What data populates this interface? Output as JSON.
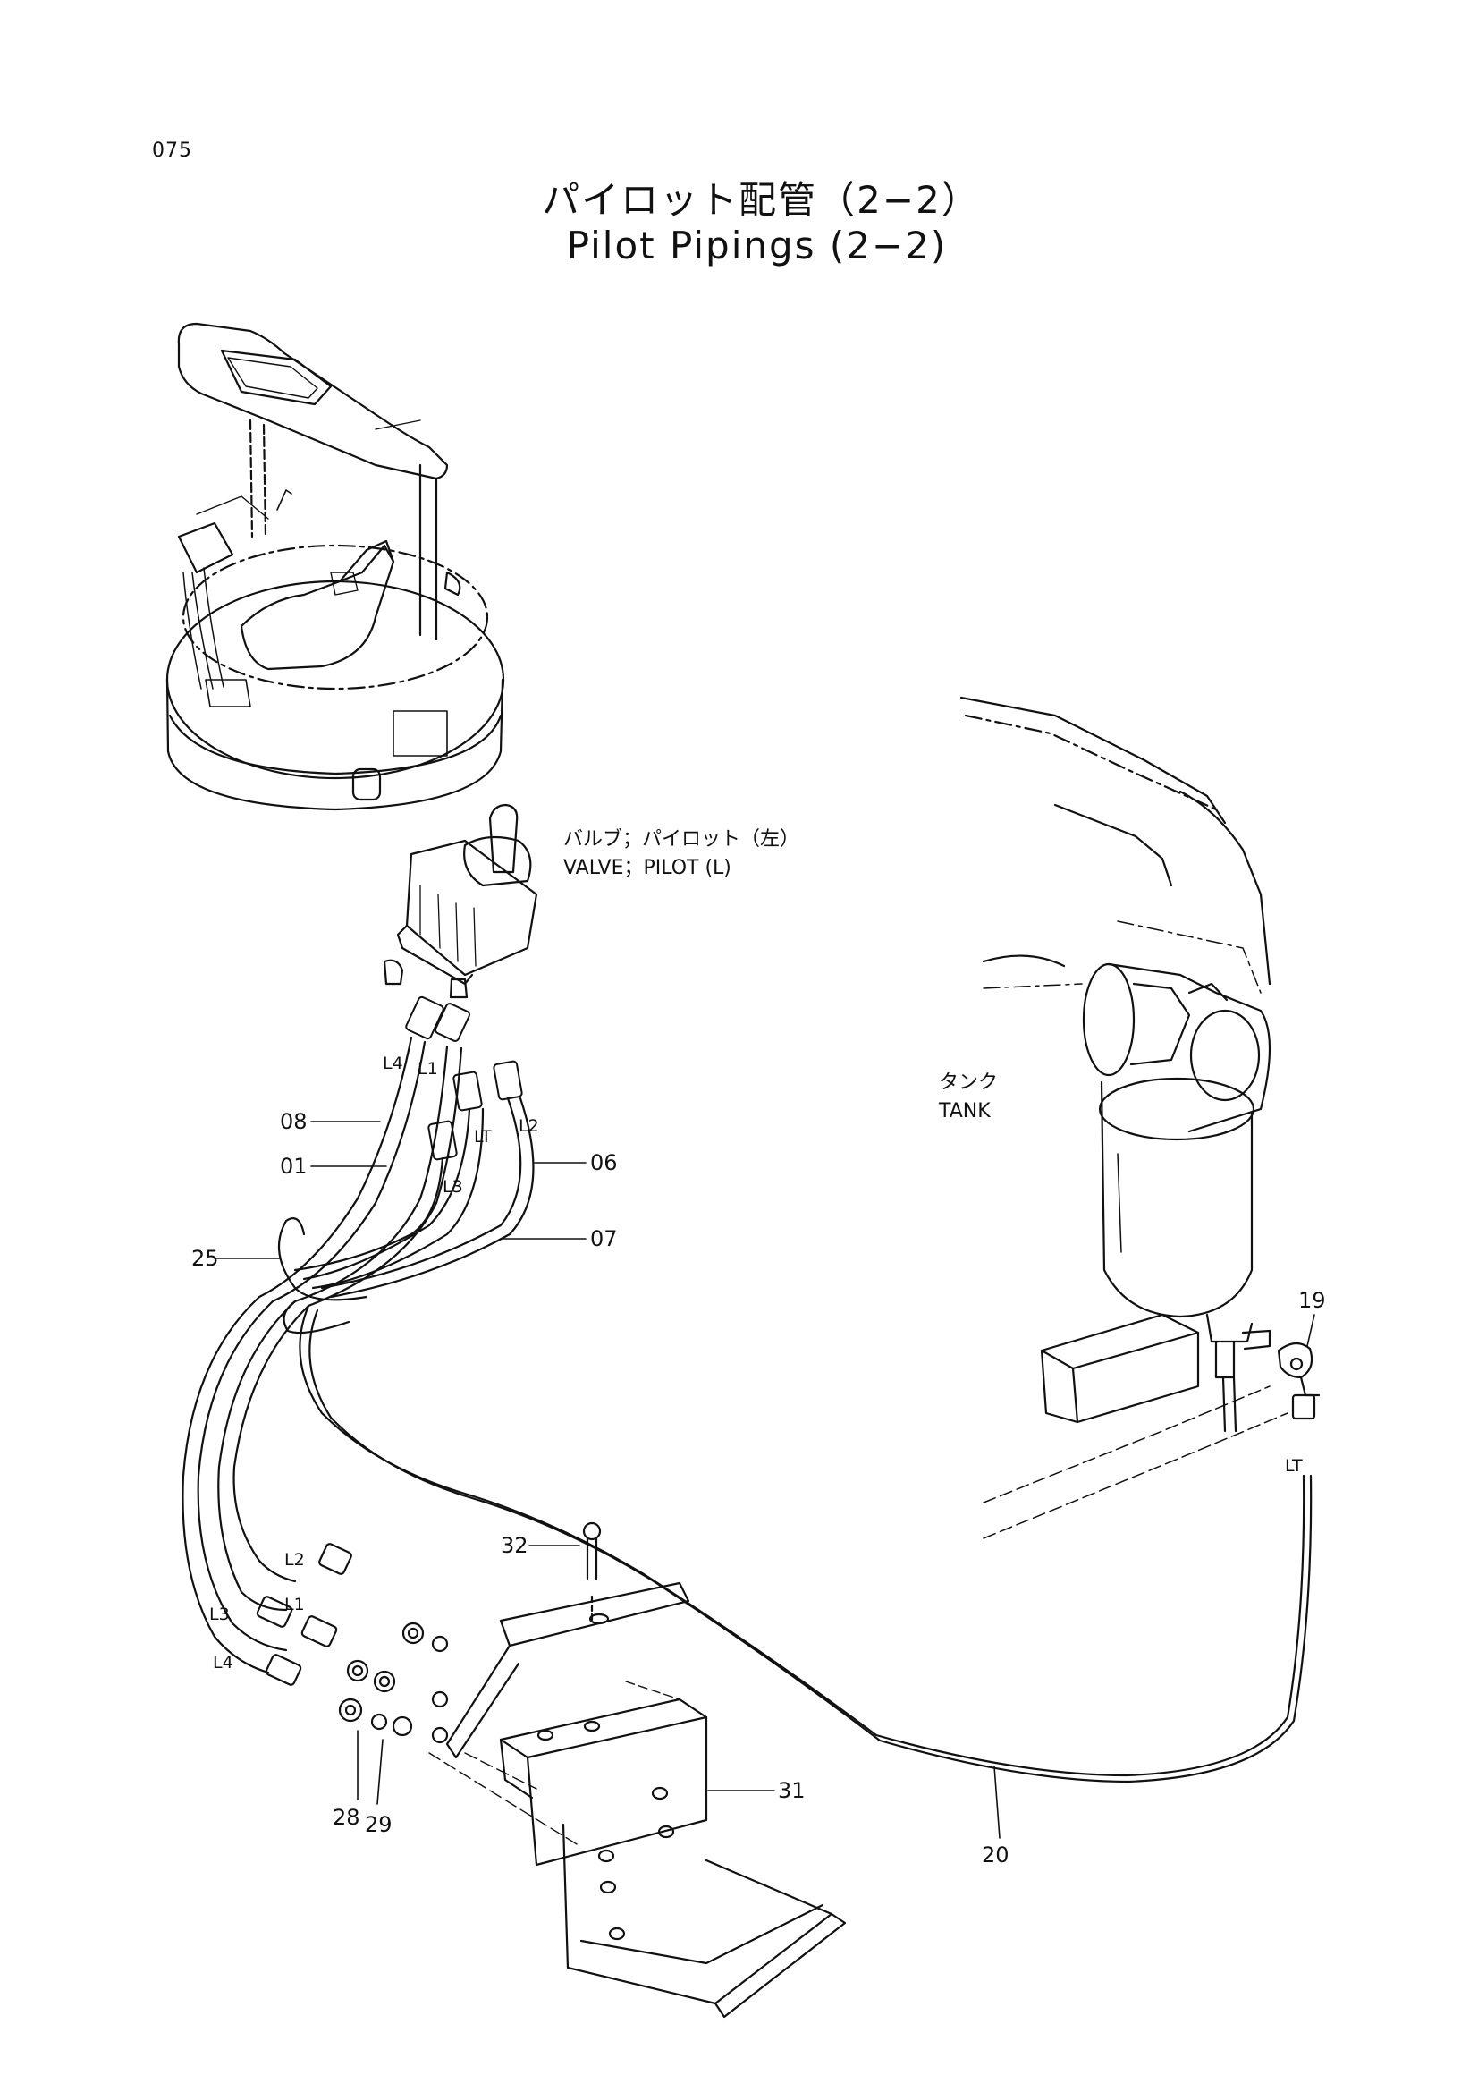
{
  "header": {
    "page_number": "075",
    "title_jp": "パイロット配管（2−2）",
    "title_en": "Pilot Pipings (2−2)"
  },
  "components": {
    "valve_jp": "バルブ；パイロット（左）",
    "valve_en": "VALVE；PILOT (L)",
    "tank_jp": "タンク",
    "tank_en": "TANK"
  },
  "port_labels": {
    "top_l4": "L4",
    "top_l1": "L1",
    "top_lt": "LT",
    "top_l2": "L2",
    "top_l3": "L3",
    "bot_l2": "L2",
    "bot_l1": "L1",
    "bot_l3": "L3",
    "bot_l4": "L4",
    "tank_lt": "LT"
  },
  "part_callouts": {
    "p08": "08",
    "p01": "01",
    "p06": "06",
    "p07": "07",
    "p25": "25",
    "p19": "19",
    "p32": "32",
    "p31": "31",
    "p28": "28",
    "p29": "29",
    "p20": "20"
  }
}
